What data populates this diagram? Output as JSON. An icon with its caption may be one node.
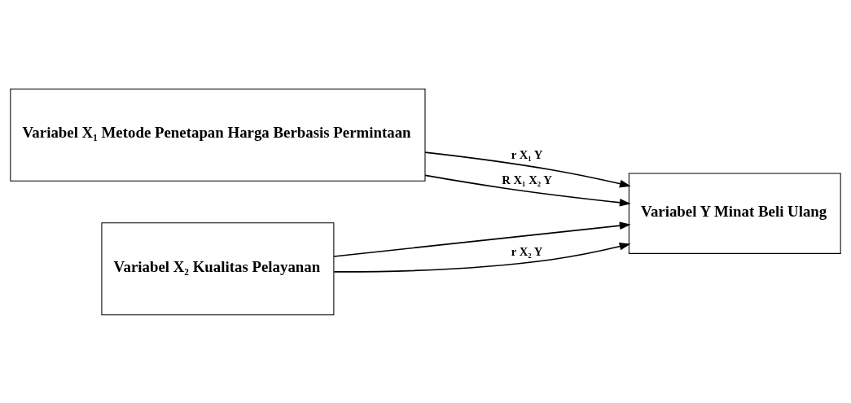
{
  "diagram": {
    "nodes": [
      {
        "text": [
          "Variabel X₁ Metode Penetapan Harga Berbasis Permintaan"
        ]
      },
      {
        "text": [
          "Variabel X₂ Kualitas Pelayanan"
        ]
      },
      {
        "text": [
          "Variabel Y Minat Beli Ulang"
        ]
      }
    ],
    "edges": [
      {
        "from": 0,
        "to": 2,
        "arrow": "to",
        "label": "r X₁ Y"
      },
      {
        "from": 0,
        "to": 2,
        "arrow": "to",
        "label": "R X₁ X₂ Y"
      },
      {
        "from": 1,
        "to": 2,
        "arrow": "to"
      },
      {
        "from": 1,
        "to": 2,
        "arrow": "to",
        "label": "r X₂ Y"
      }
    ]
  }
}
